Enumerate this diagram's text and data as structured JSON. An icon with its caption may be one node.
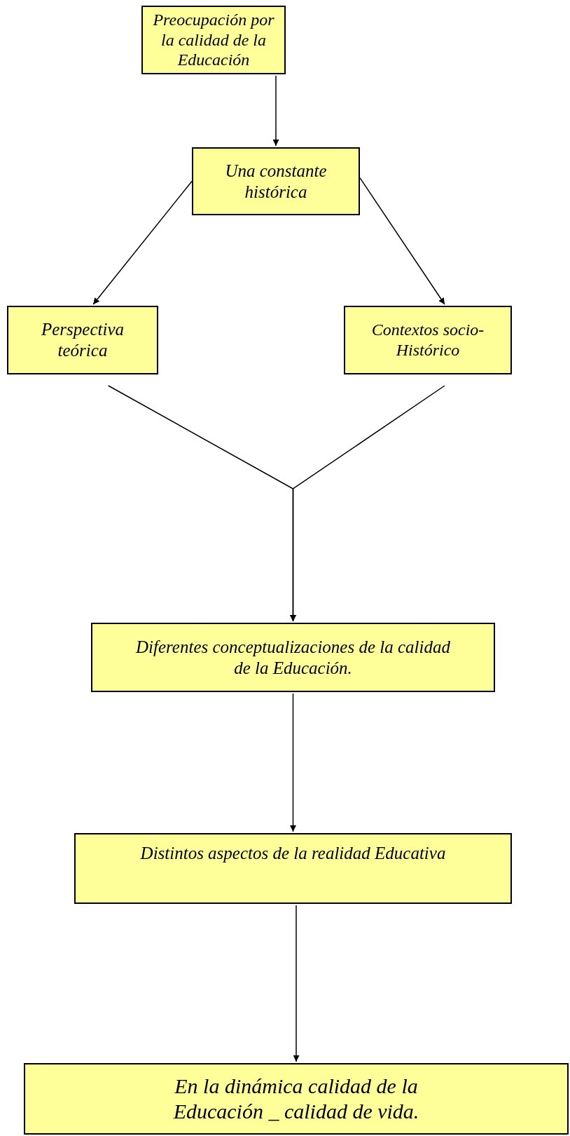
{
  "diagram": {
    "nodes": [
      {
        "text": [
          "Preocupación por la calidad de la Educación"
        ]
      },
      {
        "text": [
          "Una constante histórica"
        ]
      },
      {
        "text": [
          "Perspectiva teórica"
        ]
      },
      {
        "text": [
          "Contextos socio-Histórico"
        ]
      },
      {
        "text": [
          "Diferentes conceptualizaciones de la calidad de la Educación."
        ]
      },
      {
        "text": [
          "Distintos aspectos de la realidad Educativa"
        ]
      },
      {
        "text": [
          "En la dinámica calidad de la Educación _ calidad de vida."
        ]
      }
    ],
    "edges": [
      {
        "from": 0,
        "to": 1,
        "arrow": "to"
      },
      {
        "from": 1,
        "to": 2,
        "arrow": "to"
      },
      {
        "from": 1,
        "to": 3,
        "arrow": "to"
      },
      {
        "from": 2,
        "to": 4,
        "arrow": "to"
      },
      {
        "from": 3,
        "to": 4,
        "arrow": "to"
      },
      {
        "from": 4,
        "to": 5,
        "arrow": "to"
      },
      {
        "from": 5,
        "to": 6,
        "arrow": "to"
      }
    ]
  }
}
